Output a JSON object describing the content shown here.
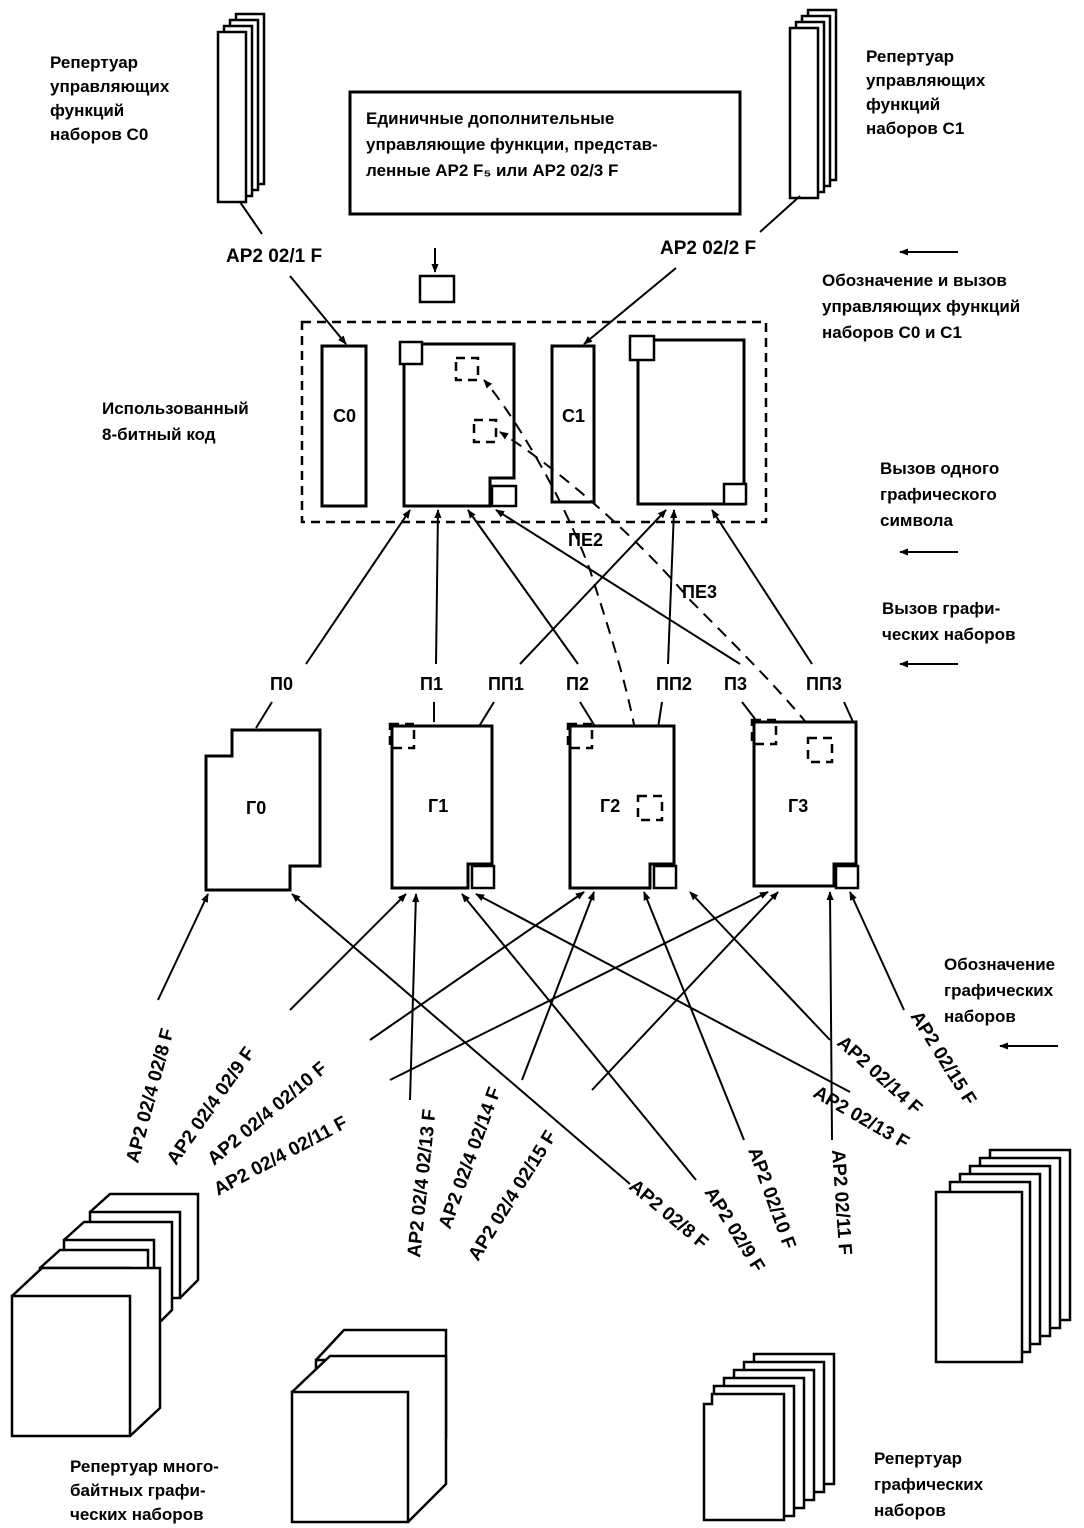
{
  "labels": {
    "rep_c0": [
      "Репертуар",
      "управляющих",
      "функций",
      "наборов С0"
    ],
    "rep_c1": [
      "Репертуар",
      "управляющих",
      "функций",
      "наборов С1"
    ],
    "single_controls": [
      "Единичные дополнительные",
      "управляющие функции, представ-",
      "ленные АР2 F₅ или АР2 02/3 F"
    ],
    "used_code": [
      "Использованный",
      "8-битный код"
    ],
    "designate_c0c1": [
      "Обозначение и вызов",
      "управляющих функций",
      "наборов С0 и С1"
    ],
    "invoke_single": [
      "Вызов одного",
      "графического",
      "символа"
    ],
    "invoke_sets": [
      "Вызов графи-",
      "ческих наборов"
    ],
    "designate_graphic": [
      "Обозначение",
      "графических",
      "наборов"
    ],
    "rep_multibyte": [
      "Репертуар много-",
      "байтных графи-",
      "ческих наборов"
    ],
    "rep_graphic": [
      "Репертуар",
      "графических",
      "наборов"
    ]
  },
  "code_blocks": {
    "c0": "С0",
    "c1": "С1"
  },
  "sets": {
    "g0": "Г0",
    "g1": "Г1",
    "g2": "Г2",
    "g3": "Г3"
  },
  "invocations": {
    "p0": "П0",
    "p1": "П1",
    "pp1": "ПП1",
    "p2": "П2",
    "pp2": "ПП2",
    "p3": "П3",
    "pp3": "ПП3",
    "pe2": "ПЕ2",
    "pe3": "ПЕ3"
  },
  "escapes": {
    "c0": "АР2  02/1  F",
    "c1": "АР2  02/2  F",
    "e_4_8": "АР2  02/4  02/8  F",
    "e_4_9": "АР2  02/4  02/9  F",
    "e_4_10": "АР2  02/4  02/10  F",
    "e_4_11": "АР2  02/4  02/11  F",
    "e_4_13": "АР2  02/4  02/13  F",
    "e_4_14": "АР2  02/4  02/14  F",
    "e_4_15": "АР2  02/4  02/15  F",
    "e_8": "АР2  02/8  F",
    "e_9": "АР2  02/9  F",
    "e_10": "АР2  02/10  F",
    "e_11": "АР2  02/11  F",
    "e_13": "АР2  02/13  F",
    "e_14": "АР2  02/14  F",
    "e_15": "АР2  02/15  F"
  }
}
